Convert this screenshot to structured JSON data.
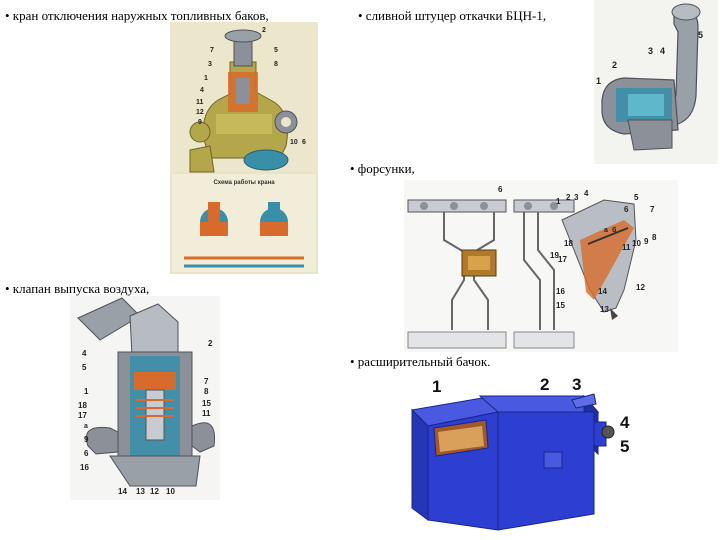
{
  "captions": {
    "fuel_tank_valve": "• кран отключения наружных топливных баков,",
    "drain_fitting": "• сливной штуцер откачки БЦН-1,",
    "injectors": "• форсунки,",
    "air_release_valve": "• клапан выпуска воздуха,",
    "expansion_tank": "• расширительный бачок."
  },
  "figure_labels": {
    "valve": [
      "2",
      "7",
      "5",
      "3",
      "1",
      "4",
      "11",
      "12",
      "8",
      "9",
      "10",
      "6"
    ],
    "valve_diagram_title": "Схема работы крана",
    "drain": [
      "5",
      "3",
      "4",
      "2",
      "1"
    ],
    "injector": [
      "6",
      "1",
      "2",
      "3",
      "4",
      "5",
      "6",
      "7",
      "8",
      "18",
      "19",
      "17",
      "16",
      "15",
      "14",
      "13",
      "12",
      "11",
      "10",
      "9",
      "а",
      "б"
    ],
    "air_valve": [
      "2",
      "4",
      "5",
      "7",
      "8",
      "1",
      "18",
      "17",
      "15",
      "11",
      "9",
      "6",
      "16",
      "14",
      "13",
      "12",
      "10",
      "а"
    ],
    "tank": [
      "1",
      "2",
      "3",
      "4",
      "5"
    ]
  },
  "colors": {
    "page_bg": "#ffffff",
    "tank_blue": "#2d3fd0",
    "steel_gray": "#8c9098",
    "cutaway_orange": "#d86a2c",
    "cutaway_teal": "#3a8fa8",
    "olive": "#b4a64a",
    "poster_bg": "#e9e4c8"
  }
}
